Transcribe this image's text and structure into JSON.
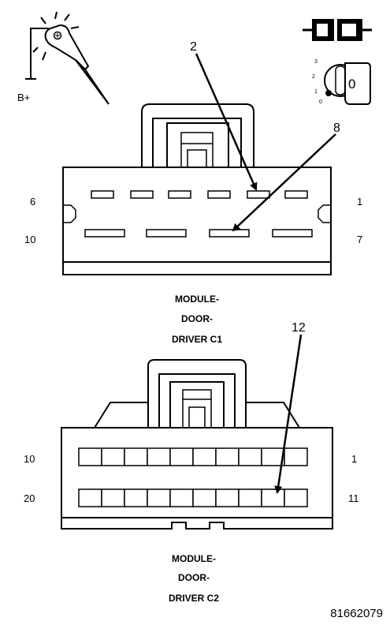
{
  "icons": {
    "probe_label": "B+",
    "ignition_position_label": "0",
    "ignition_positions": [
      "3",
      "2",
      "1",
      "0"
    ]
  },
  "connector_c1": {
    "title_lines": [
      "MODULE-",
      "DOOR-",
      "DRIVER C1"
    ],
    "pin_labels": {
      "top_left": "6",
      "top_right": "1",
      "bottom_left": "10",
      "bottom_right": "7"
    },
    "callouts": [
      "2",
      "8"
    ],
    "top_row_cavities": 6,
    "bottom_row_cavities": 4
  },
  "connector_c2": {
    "title_lines": [
      "MODULE-",
      "DOOR-",
      "DRIVER C2"
    ],
    "pin_labels": {
      "top_left": "10",
      "top_right": "1",
      "bottom_left": "20",
      "bottom_right": "11"
    },
    "callouts": [
      "12"
    ],
    "cavities_per_row": 10
  },
  "figure_number": "81662079"
}
